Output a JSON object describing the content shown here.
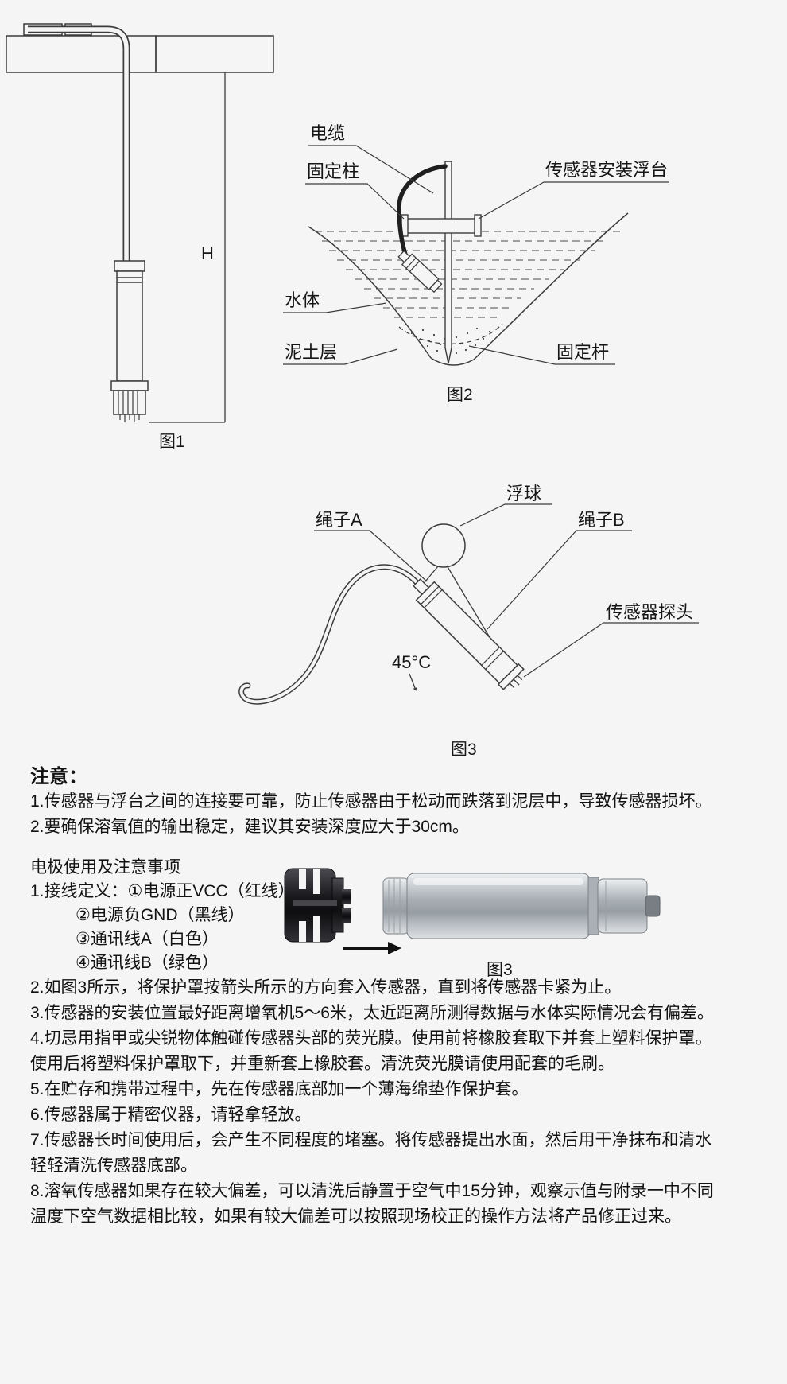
{
  "fig1": {
    "h_label": "H",
    "caption": "图1"
  },
  "fig2": {
    "caption": "图2",
    "labels": {
      "cable": "电缆",
      "post": "固定柱",
      "platform": "传感器安装浮台",
      "water": "水体",
      "mud": "泥土层",
      "rod": "固定杆"
    }
  },
  "fig3": {
    "caption": "图3",
    "labels": {
      "ball": "浮球",
      "rope_a": "绳子A",
      "rope_b": "绳子B",
      "probe": "传感器探头",
      "angle": "45°C"
    }
  },
  "notes": {
    "title": "注意：",
    "items": [
      "1.传感器与浮台之间的连接要可靠，防止传感器由于松动而跌落到泥层中，导致传感器损坏。",
      "2.要确保溶氧值的输出稳定，建议其安装深度应大于30cm。"
    ]
  },
  "electrode": {
    "title": "电极使用及注意事项",
    "wiring_line1": "1.接线定义：①电源正VCC（红线）",
    "wiring_items": [
      "②电源负GND（黑线）",
      "③通讯线A（白色）",
      "④通讯线B（绿色）"
    ],
    "product_caption": "图3",
    "items": [
      "2.如图3所示，将保护罩按箭头所示的方向套入传感器，直到将传感器卡紧为止。",
      "3.传感器的安装位置最好距离增氧机5～6米，太近距离所测得数据与水体实际情况会有偏差。",
      "4.切忌用指甲或尖锐物体触碰传感器头部的荧光膜。使用前将橡胶套取下并套上塑料保护罩。使用后将塑料保护罩取下，并重新套上橡胶套。清洗荧光膜请使用配套的毛刷。",
      "5.在贮存和携带过程中，先在传感器底部加一个薄海绵垫作保护套。",
      "6.传感器属于精密仪器，请轻拿轻放。",
      "7.传感器长时间使用后，会产生不同程度的堵塞。将传感器提出水面，然后用干净抹布和清水轻轻清洗传感器底部。",
      "8.溶氧传感器如果存在较大偏差，可以清洗后静置于空气中15分钟，观察示值与附录一中不同温度下空气数据相比较，如果有较大偏差可以按照现场校正的操作方法将产品修正过来。"
    ]
  }
}
